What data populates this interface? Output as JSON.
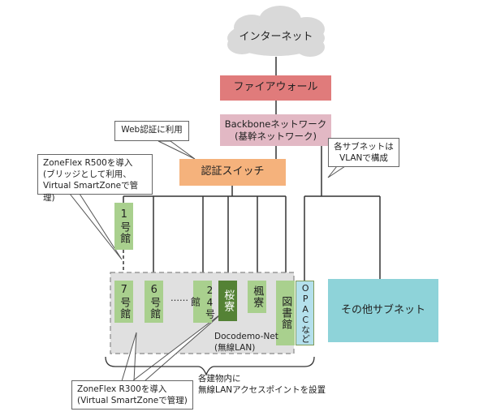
{
  "internet": "インターネット",
  "firewall": "ファイアウォール",
  "backbone": {
    "line1": "Backboneネットワーク",
    "line2": "(基幹ネットワーク)"
  },
  "auth_switch": "認証スイッチ",
  "callouts": {
    "web_auth": "Web認証に利用",
    "subnet_vlan": {
      "line1": "各サブネットは",
      "line2": "VLANで構成"
    },
    "r500": {
      "line1": "ZoneFlex R500を導入",
      "line2": "(ブリッジとして利用、",
      "line3": "Virtual SmartZoneで管理)"
    },
    "r300": {
      "line1": "ZoneFlex R300を導入",
      "line2": "(Virtual SmartZoneで管理)"
    }
  },
  "buildings": {
    "b1": "1号館",
    "b7": "7号館",
    "b6": "6号館",
    "ellipsis": "……",
    "b24": "24号館",
    "sakura": "桜寮",
    "kaede": "楓寮",
    "library": "図書館",
    "opac": "OPACなど",
    "other": "その他サブネット"
  },
  "docodemo": {
    "line1": "Docodemo-Net",
    "line2": "(無線LAN)"
  },
  "ap_note": {
    "line1": "各建物内に",
    "line2": "無線LANアクセスポイントを設置"
  },
  "colors": {
    "firewall": "#e07b7b",
    "backbone": "#e2b8c4",
    "auth_switch": "#f5b27c",
    "building": "#a9d08e",
    "building_dark": "#548235",
    "opac": "#b4e0ec",
    "other_subnet": "#8ed3d9",
    "cloud": "#d9d9d9"
  }
}
